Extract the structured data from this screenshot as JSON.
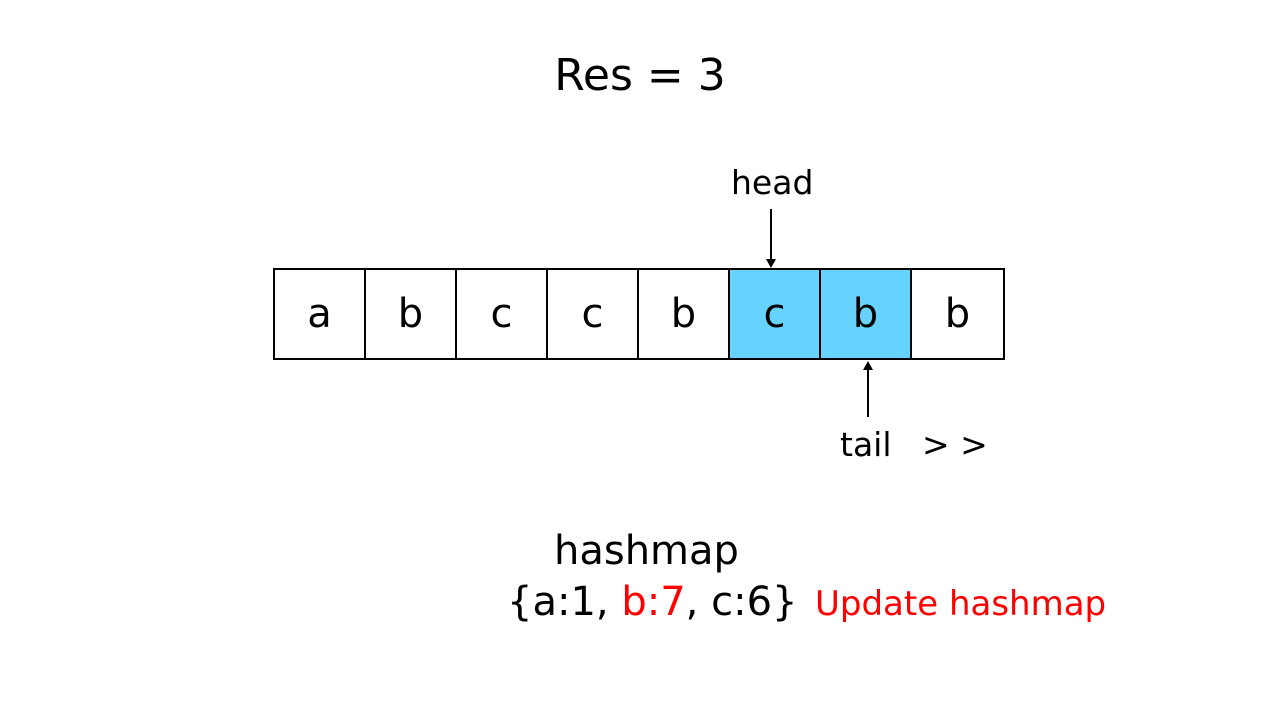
{
  "title": "Res = 3",
  "pointers": {
    "head": "head",
    "tail": "tail",
    "tail_direction": "> >"
  },
  "array": {
    "cells": [
      "a",
      "b",
      "c",
      "c",
      "b",
      "c",
      "b",
      "b"
    ],
    "highlighted_indices": [
      5,
      6
    ],
    "highlight_color": "#66d3ff"
  },
  "hashmap": {
    "title": "hashmap",
    "open_brace": "{",
    "entry_a": "a:1",
    "sep1": ", ",
    "entry_b": "b:7",
    "sep2": ", ",
    "entry_c": "c:6",
    "close_brace": "}",
    "updated_entry_color": "#ff0000"
  },
  "note": "Update hashmap"
}
